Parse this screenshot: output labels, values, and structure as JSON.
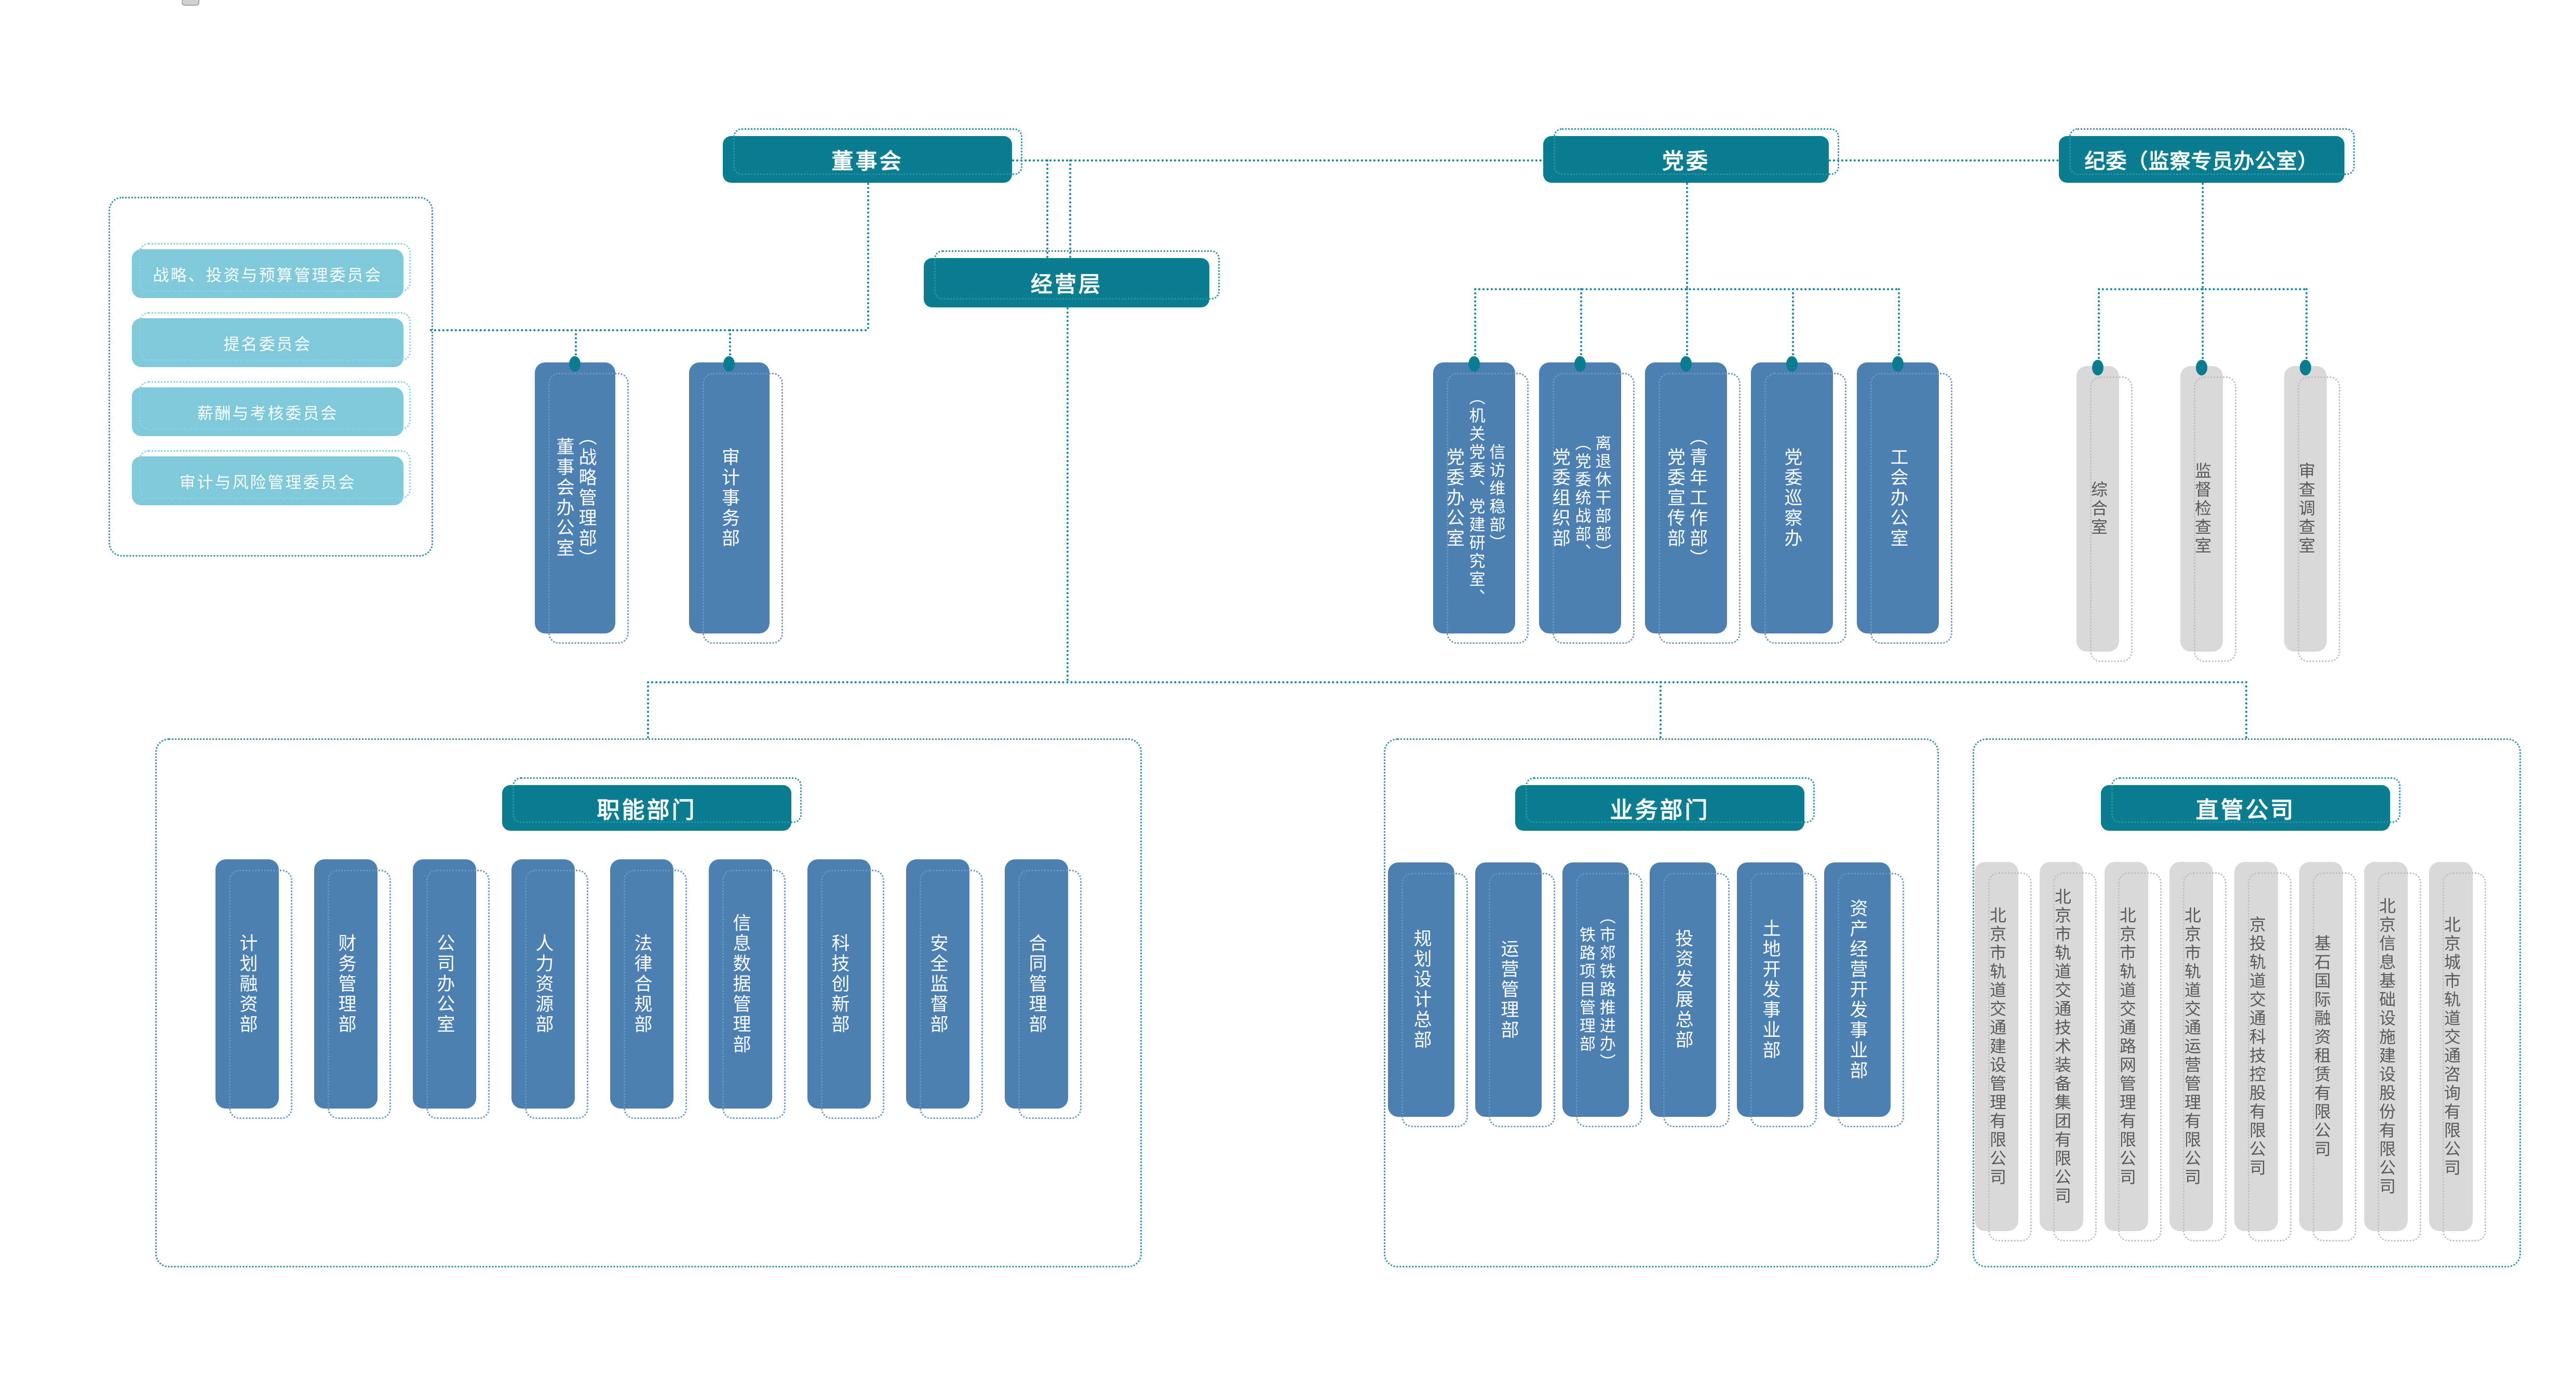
{
  "chart": {
    "type": "org-chart",
    "top_level": {
      "board": "董事会",
      "party_committee": "党委",
      "discipline_committee": "纪委（监察专员办公室）",
      "management": "经营层"
    },
    "board_committees": [
      "战略、投资与预算管理委员会",
      "提名委员会",
      "薪酬与考核委员会",
      "审计与风险管理委员会"
    ],
    "board_departments": [
      {
        "cols": [
          "董事会办公室",
          "（战略管理部）"
        ]
      },
      {
        "cols": [
          "审计事务部"
        ]
      }
    ],
    "party_departments": [
      {
        "cols": [
          "党委办公室",
          "（机关党委、党建研究室、",
          "信访维稳部）"
        ]
      },
      {
        "cols": [
          "党委组织部",
          "（党委统战部、",
          "离退休干部部）"
        ]
      },
      {
        "cols": [
          "党委宣传部",
          "（青年工作部）"
        ]
      },
      {
        "cols": [
          "党委巡察办"
        ]
      },
      {
        "cols": [
          "工会办公室"
        ]
      }
    ],
    "discipline_offices": [
      "综合室",
      "监督检查室",
      "审查调查室"
    ],
    "functional_group": {
      "label": "职能部门",
      "departments": [
        "计划融资部",
        "财务管理部",
        "公司办公室",
        "人力资源部",
        "法律合规部",
        "信息数据管理部",
        "科技创新部",
        "安全监督部",
        "合同管理部"
      ]
    },
    "business_group": {
      "label": "业务部门",
      "departments": [
        {
          "cols": [
            "规划设计总部"
          ]
        },
        {
          "cols": [
            "运营管理部"
          ]
        },
        {
          "cols": [
            "铁路项目管理部",
            "（市郊铁路推进办）"
          ]
        },
        {
          "cols": [
            "投资发展总部"
          ]
        },
        {
          "cols": [
            "土地开发事业部"
          ]
        },
        {
          "cols": [
            "资产经营开发事业部"
          ]
        }
      ]
    },
    "subsidiaries_group": {
      "label": "直管公司",
      "companies": [
        "北京市轨道交通建设管理有限公司",
        "北京市轨道交通技术装备集团有限公司",
        "北京市轨道交通路网管理有限公司",
        "北京市轨道交通运营管理有限公司",
        "京投轨道交通科技控股有限公司",
        "基石国际融资租赁有限公司",
        "北京信息基础设施建设股份有限公司",
        "北京城市轨道交通咨询有限公司"
      ]
    },
    "colors": {
      "header_teal": "#0a7e90",
      "node_blue": "#4d80b2",
      "committee_blue": "#7ec9da",
      "subsidiary_gray": "#d9d9d9",
      "connector_teal": "#0e879c"
    }
  }
}
